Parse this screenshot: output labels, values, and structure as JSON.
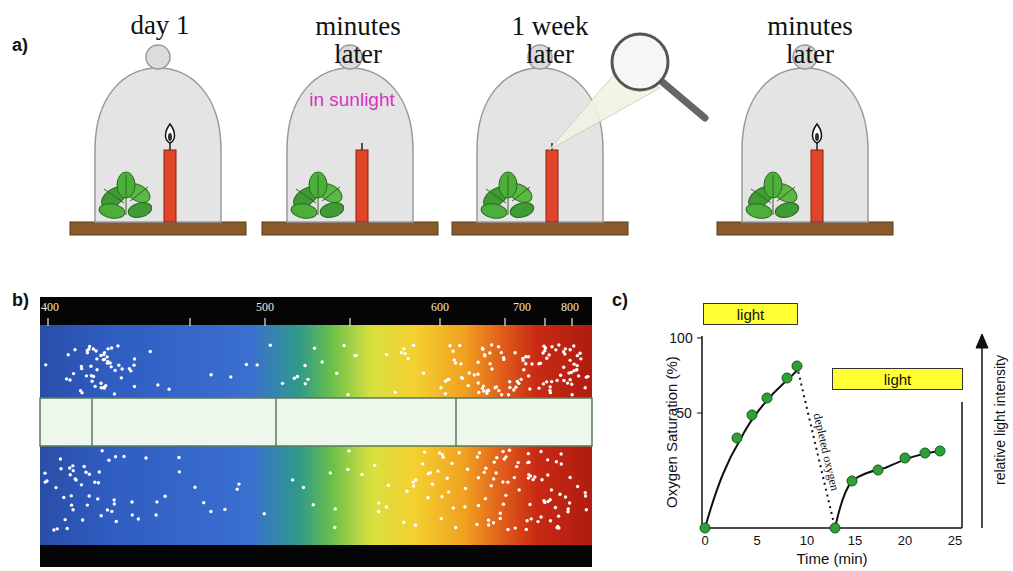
{
  "diagram": {
    "nodes": [
      {
        "text": [
          "light"
        ]
      },
      {
        "text": [
          "light"
        ]
      }
    ],
    "labels": [
      "a)",
      "day 1",
      "minutes later",
      "1 week later",
      "minutes later",
      "in sunlight",
      "b)",
      "400",
      "500",
      "600",
      "700",
      "800",
      "c)",
      "Oxygen Saturation (%)",
      "100",
      "50",
      "0",
      "5",
      "10",
      "15",
      "20",
      "25",
      "Time (min)",
      "depleted oxygen",
      "relative light intensity"
    ]
  }
}
